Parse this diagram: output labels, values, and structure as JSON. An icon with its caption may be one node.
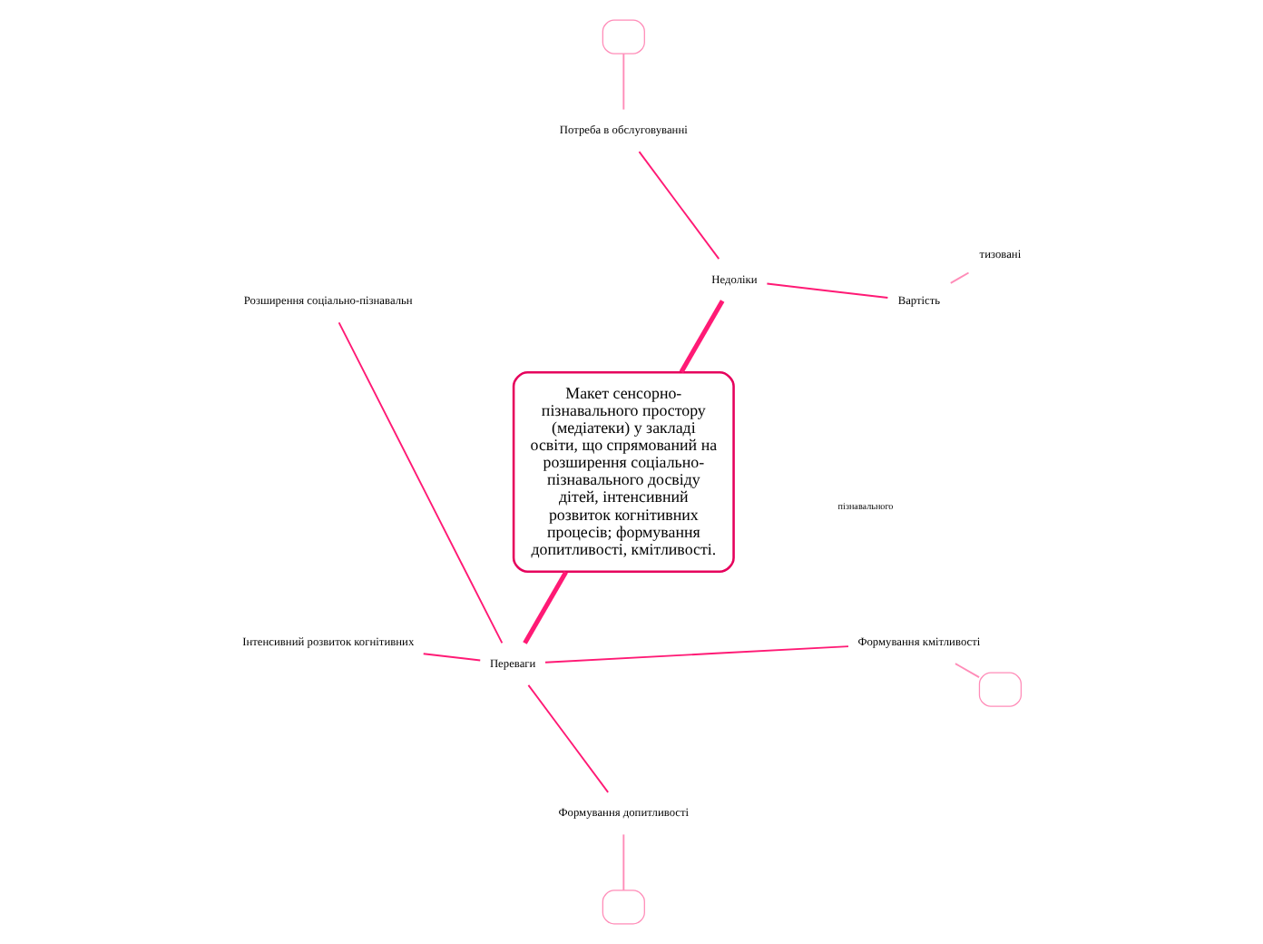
{
  "diagram": {
    "nodes": [
      {
        "text": [
          "Макет сенсорно-пізнавального простору (медіатеки) у закладі освіти, що спрямований на розширення соціально-пізнавального досвіду дітей, інтенсивний розвиток когнітивних процесів; формування допитливості, кмітливості."
        ]
      },
      {
        "text": [
          "Недоліки"
        ]
      },
      {
        "text": [
          "Вартість"
        ]
      },
      {
        "text": [
          "тизовані"
        ]
      },
      {
        "text": [
          "Потреба в обслуговуванні"
        ]
      },
      {
        "text": [],
        "shape": "box"
      },
      {
        "text": [
          "Переваги"
        ]
      },
      {
        "text": [
          "Розширення соціально-пізнавальн"
        ]
      },
      {
        "text": [
          "Інтенсивний розвиток когнітивних"
        ]
      },
      {
        "text": [
          "Формування допитливості"
        ]
      },
      {
        "text": [],
        "shape": "box"
      },
      {
        "text": [
          "Формування кмітливості"
        ]
      },
      {
        "text": [],
        "shape": "box"
      }
    ],
    "edges": [
      {
        "from": 0,
        "to": 1,
        "arrow": "none",
        "style": "thick"
      },
      {
        "from": 1,
        "to": 2,
        "arrow": "none"
      },
      {
        "from": 2,
        "to": 3,
        "arrow": "none",
        "color": "#ff8cb8"
      },
      {
        "from": 1,
        "to": 4,
        "arrow": "none"
      },
      {
        "from": 4,
        "to": 5,
        "arrow": "none",
        "color": "#ff8cb8"
      },
      {
        "from": 0,
        "to": 6,
        "arrow": "none",
        "style": "thick"
      },
      {
        "from": 6,
        "to": 7,
        "arrow": "none"
      },
      {
        "from": 6,
        "to": 8,
        "arrow": "none"
      },
      {
        "from": 6,
        "to": 9,
        "arrow": "none"
      },
      {
        "from": 9,
        "to": 10,
        "arrow": "none",
        "color": "#ff8cb8"
      },
      {
        "from": 6,
        "to": 11,
        "arrow": "none"
      },
      {
        "from": 11,
        "to": 12,
        "arrow": "none",
        "color": "#ff8cb8"
      }
    ],
    "labels": [
      "пізнавального"
    ]
  }
}
